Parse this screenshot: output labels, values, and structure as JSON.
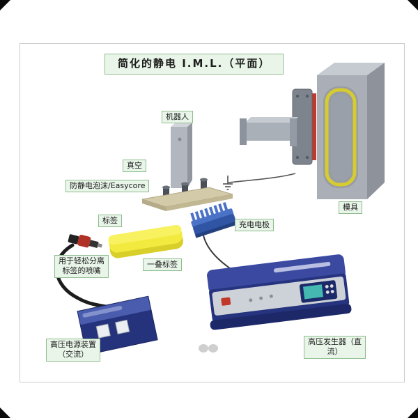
{
  "title": "简化的静电 I.M.L.（平面）",
  "labels": {
    "robot": "机器人",
    "vacuum": "真空",
    "foam": "防静电泡沫/Easycore",
    "label": "标签",
    "stack": "一叠标签",
    "electrode": "充电电极",
    "mold": "模具",
    "nozzle": {
      "line1": "用于轻松分离",
      "line2": "标签的喷嘴"
    },
    "psu": {
      "line1": "高压电源装置",
      "line2": "（交流）"
    },
    "generator": {
      "line1": "高压发生器（直",
      "line2": "流）"
    }
  },
  "colors": {
    "label_bg": "#e9f5e9",
    "label_border": "#8fbc8f",
    "mold_gray": "#a9aeb7",
    "seal_yellow": "#d6cc2f",
    "seal_red": "#c03a2c",
    "label_stack_yellow": "#f2ea3e",
    "device_blue": "#25327c",
    "electrode_blue": "#3a62b8",
    "panel_gray": "#cdd1d8",
    "screen_teal": "#45b8b2"
  }
}
